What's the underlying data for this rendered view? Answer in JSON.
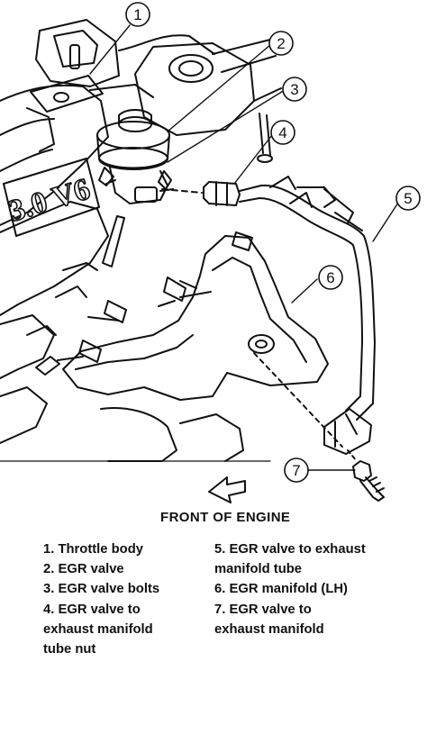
{
  "diagram": {
    "engine_badge": "3.0 V6",
    "callouts": [
      "1",
      "2",
      "3",
      "4",
      "5",
      "6",
      "7"
    ],
    "direction_label": "FRONT OF ENGINE"
  },
  "legend": {
    "left": [
      "1. Throttle body",
      "2. EGR valve",
      "3. EGR valve bolts",
      "4. EGR valve to",
      "exhaust manifold",
      "tube nut"
    ],
    "right": [
      "5. EGR valve to exhaust",
      "manifold tube",
      "6. EGR manifold (LH)",
      "7. EGR valve to",
      "exhaust manifold"
    ]
  }
}
